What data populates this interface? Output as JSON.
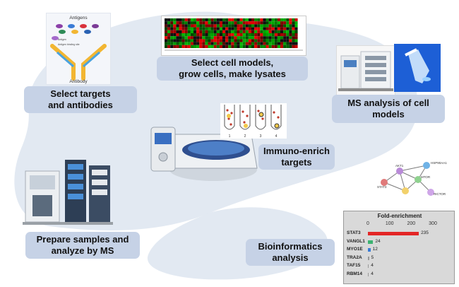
{
  "steps": {
    "select_targets": [
      "Select targets",
      "and antibodies"
    ],
    "select_cell_models": [
      "Select cell models,",
      "grow cells, make lysates"
    ],
    "ms_analysis": [
      "MS analysis of cell",
      "models"
    ],
    "immuno_enrich": [
      "Immuno-enrich",
      "targets"
    ],
    "prepare_samples": [
      "Prepare samples and",
      "analyze by MS"
    ],
    "bioinformatics": [
      "Bioinformatics",
      "analysis"
    ]
  },
  "antibody_diagram": {
    "antigens_label": "Antigens",
    "antibody_label": "Antibody",
    "antigen_small": "Antigen",
    "binding_site": "Antigen binding site"
  },
  "tube_labels": [
    "1",
    "2",
    "3",
    "4"
  ],
  "network_nodes": [
    "HSP90AA1",
    "MTOR",
    "RICTOR",
    "STAT3",
    "AKT1"
  ],
  "fold_enrichment": {
    "title": "Fold-enrichment",
    "ticks": [
      "0",
      "100",
      "200",
      "300"
    ]
  },
  "chart_data": {
    "type": "bar",
    "title": "Fold-enrichment",
    "categories": [
      "STAT3",
      "VANGL1",
      "MYO1E",
      "TRA2A",
      "TAF15",
      "RBM14"
    ],
    "values": [
      235,
      24,
      12,
      5,
      4,
      4
    ],
    "xlim": [
      0,
      300
    ],
    "bar_colors": [
      "#e32626",
      "#3cb371",
      "#3a7bd5",
      "#999999",
      "#999999",
      "#999999"
    ]
  },
  "colors": {
    "label_bg": "#c6d2e6",
    "flow_band": "#dde5f0"
  }
}
